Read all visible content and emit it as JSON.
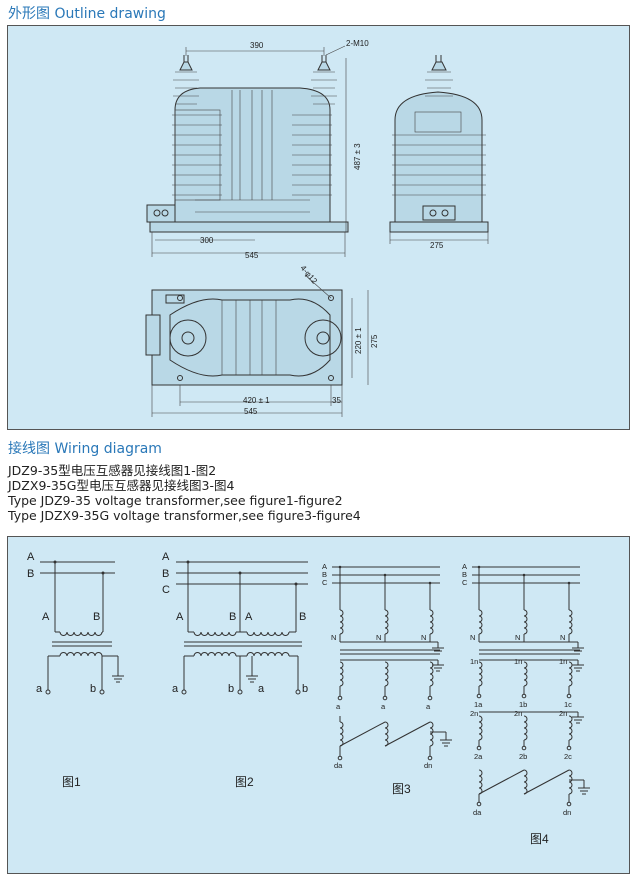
{
  "section1": {
    "title": "外形图 Outline drawing"
  },
  "outline": {
    "dim_390": "390",
    "dim_m10": "2-M10",
    "dim_487": "487 ± 3",
    "dim_300": "300",
    "dim_545_top": "545",
    "dim_275_side": "275",
    "dim_holes": "4-φ12",
    "dim_220": "220 ± 1",
    "dim_275_plan": "275",
    "dim_420": "420 ± 1",
    "dim_35": "35",
    "dim_545_plan": "545"
  },
  "section2": {
    "title": "接线图 Wiring diagram"
  },
  "description": [
    "JDZ9-35型电压互感器见接线图1-图2",
    "JDZX9-35G型电压互感器见接线图3-图4",
    "Type JDZ9-35 voltage transformer,see figure1-figure2",
    "Type JDZX9-35G  voltage transformer,see figure3-figure4"
  ],
  "wiring": {
    "fig1": {
      "lines": [
        "A",
        "B"
      ],
      "primary": [
        "A",
        "B"
      ],
      "secondary": [
        "a",
        "b"
      ],
      "caption": "图1"
    },
    "fig2": {
      "lines": [
        "A",
        "B",
        "C"
      ],
      "primary": [
        "A",
        "B",
        "A",
        "B"
      ],
      "secondary": [
        "a",
        "b",
        "a",
        "b"
      ],
      "caption": "图2"
    },
    "fig3": {
      "lines": [
        "A",
        "B",
        "C"
      ],
      "neutral": [
        "N",
        "N",
        "N"
      ],
      "secondary": [
        "a",
        "a",
        "a"
      ],
      "open_delta": [
        "da",
        "dn"
      ],
      "caption": "图3"
    },
    "fig4": {
      "lines": [
        "A",
        "B",
        "C"
      ],
      "neutral": [
        "N",
        "N",
        "N"
      ],
      "sec1_top": [
        "1n",
        "1n",
        "1n"
      ],
      "sec1_bottom": [
        "1a",
        "1b",
        "1c"
      ],
      "sec2_top": [
        "2n",
        "2n",
        "2n"
      ],
      "sec2_bottom": [
        "2a",
        "2b",
        "2c"
      ],
      "open_delta": [
        "da",
        "dn"
      ],
      "caption": "图4"
    }
  },
  "colors": {
    "heading": "#2a78b8",
    "panel": "#cfe8f4"
  }
}
